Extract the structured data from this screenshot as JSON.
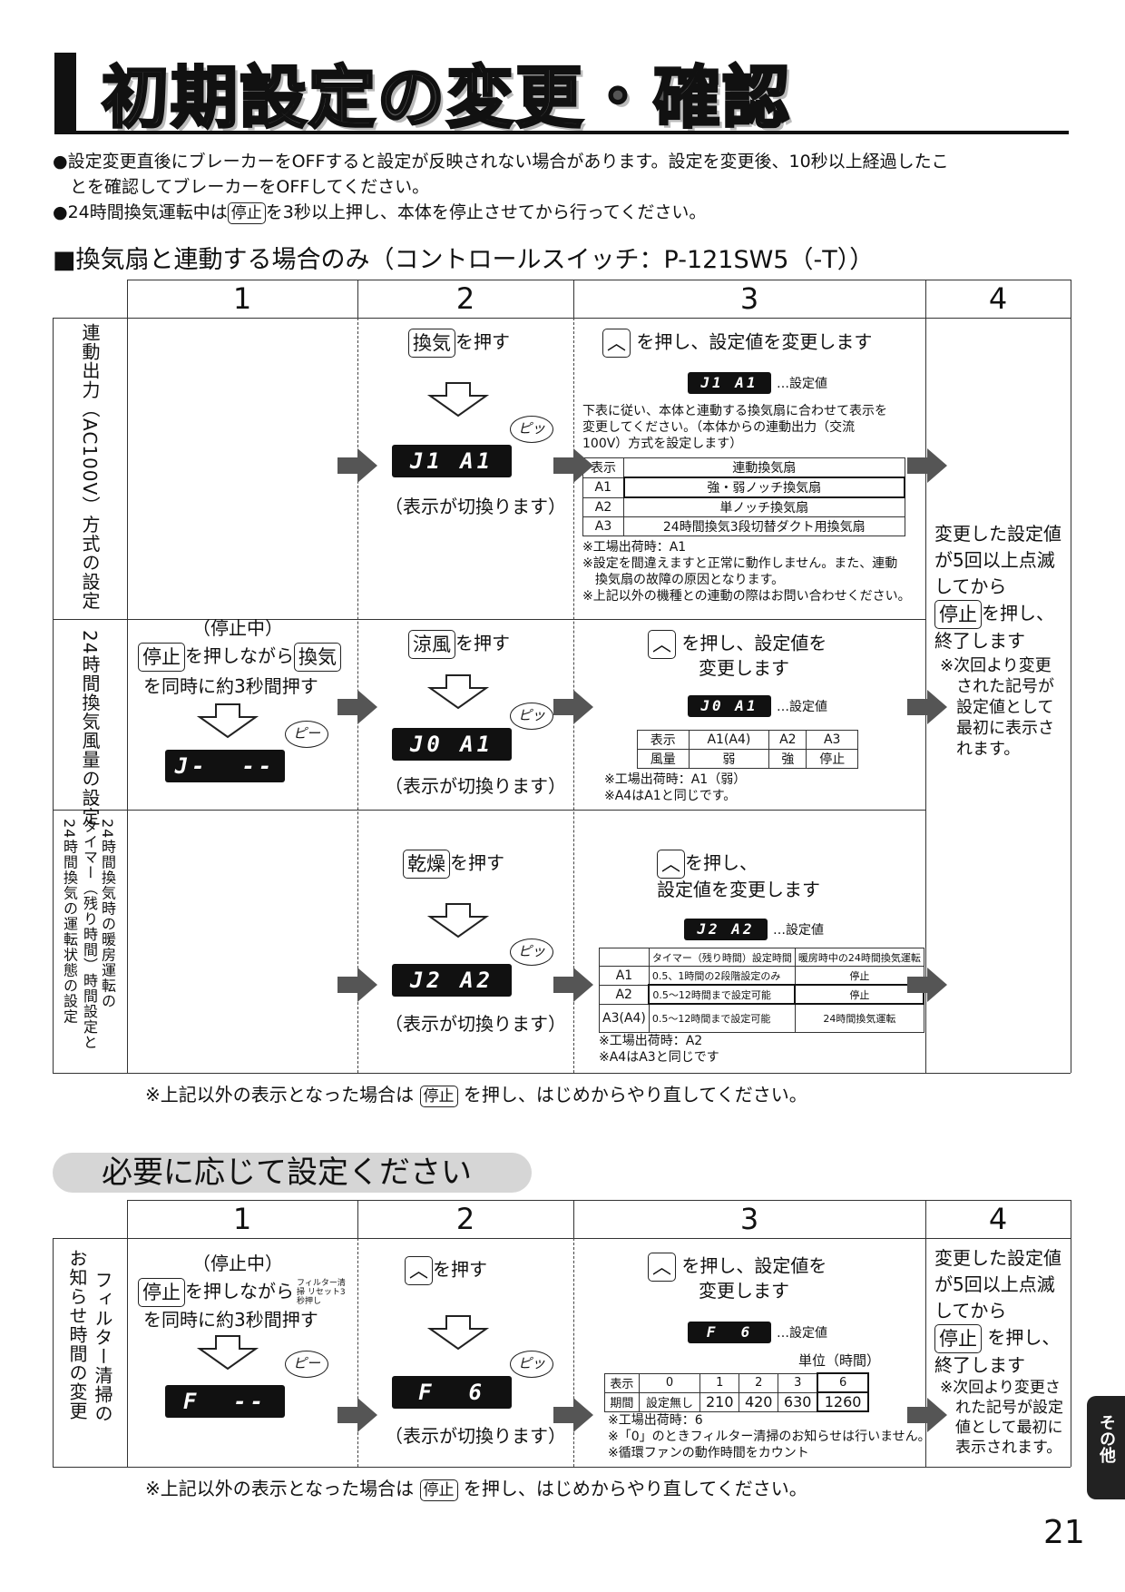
{
  "title": "初期設定の変更・確認",
  "notes": [
    "●設定変更直後にブレーカーをOFFすると設定が反映されない場合があります。設定を変更後、10秒以上経過したこ",
    "　とを確認してブレーカーをOFFしてください。"
  ],
  "note3_pre": "●24時間換気運転中は",
  "note3_post": "を3秒以上押し、本体を停止させてから行ってください。",
  "key_stop": "停止",
  "key_kanki": "換気",
  "key_ryofu": "涼風",
  "key_kanso": "乾燥",
  "key_filter": "フィルター清掃 リセット3秒押し",
  "subhead": "■換気扇と連動する場合のみ（コントロールスイッチ：P-121SW5（-T））",
  "headers": [
    "1",
    "2",
    "3",
    "4"
  ],
  "beep_pi": "ピッ",
  "beep_pii": "ピー",
  "switching": "（表示が切換ります）",
  "setting_value": "…設定値",
  "push_suffix": "を押す",
  "step1": {
    "stopped": "（停止中）",
    "line2_mid": "を押しながら",
    "line3": "を同時に約3秒間押す",
    "lcd": "J-  --"
  },
  "row1": {
    "label": "連動出力（AC100V）方式の設定",
    "step3_title": "を押し、設定値を変更します",
    "lcd": "J1 A1",
    "desc": [
      "下表に従い、本体と連動する換気扇に合わせて表示を",
      "変更してください。（本体からの連動出力（交流",
      "100V）方式を設定します）"
    ],
    "table_head": [
      "表示",
      "連動換気扇"
    ],
    "table_rows": [
      [
        "A1",
        "強・弱ノッチ換気扇"
      ],
      [
        "A2",
        "単ノッチ換気扇"
      ],
      [
        "A3",
        "24時間換気3段切替ダクト用換気扇"
      ]
    ],
    "notes": [
      "※工場出荷時：A1",
      "※設定を間違えますと正常に動作しません。また、連動",
      "　換気扇の故障の原因となります。",
      "※上記以外の機種との連動の際はお問い合わせください。"
    ]
  },
  "row2": {
    "label": "24時間換気風量の設定",
    "step3_title1": "を押し、設定値を",
    "step3_title2": "変更します",
    "lcd": "J0 A1",
    "table_row1": [
      "表示",
      "A1(A4)",
      "A2",
      "A3"
    ],
    "table_row2": [
      "風量",
      "弱",
      "強",
      "停止"
    ],
    "notes": [
      "※工場出荷時：A1（弱）",
      "※A4はA1と同じです。"
    ]
  },
  "row3": {
    "label_a": "24時間換気時の暖房運転の",
    "label_b": "タイマー（残り時間）時間設定と",
    "label_c": "24時間換気の運転状態の設定",
    "step3_title1": "を押し、",
    "step3_title2": "設定値を変更します",
    "lcd": "J2 A2",
    "table_head": [
      "",
      "タイマー（残り時間）設定時間",
      "暖房時中の24時間換気運転"
    ],
    "table_rows": [
      [
        "A1",
        "0.5、1時間の2段階設定のみ",
        "停止"
      ],
      [
        "A2",
        "0.5〜12時間まで設定可能",
        "停止"
      ],
      [
        "A3(A4)",
        "0.5〜12時間まで設定可能",
        "24時間換気運転"
      ]
    ],
    "notes": [
      "※工場出荷時：A2",
      "※A4はA3と同じです"
    ]
  },
  "step4": {
    "lines": [
      "変更した設定値",
      "が5回以上点滅",
      "してから"
    ],
    "push_end": "を押し、",
    "end": "終了します",
    "note": [
      "※次回より変更",
      "　された記号が",
      "　設定値として",
      "　最初に表示さ",
      "　れます。"
    ]
  },
  "footnote_pre": "※上記以外の表示となった場合は",
  "footnote_post": "を押し、はじめからやり直してください。",
  "section2_title": "必要に応じて設定ください",
  "filter": {
    "label_a": "フィルター清掃の",
    "label_b": "お知らせ時間の変更",
    "step1_lcd": "F  --",
    "step2_lcd": "F  6",
    "step3_title1": "を押し、設定値を",
    "step3_title2": "変更します",
    "lcd": "F  6",
    "unit": "単位（時間）",
    "table_row1": [
      "表示",
      "0",
      "1",
      "2",
      "3",
      "6"
    ],
    "table_row2": [
      "期間",
      "設定無し",
      "210",
      "420",
      "630",
      "1260"
    ],
    "notes": [
      "※工場出荷時：6",
      "※「0」のときフィルター清掃のお知らせは行いません。",
      "※循環ファンの動作時間をカウント"
    ],
    "step4_note": [
      "※次回より変更さ",
      "　れた記号が設定",
      "　値として最初に",
      "　表示されます。"
    ]
  },
  "side_tab": "その他",
  "page_number": "21"
}
